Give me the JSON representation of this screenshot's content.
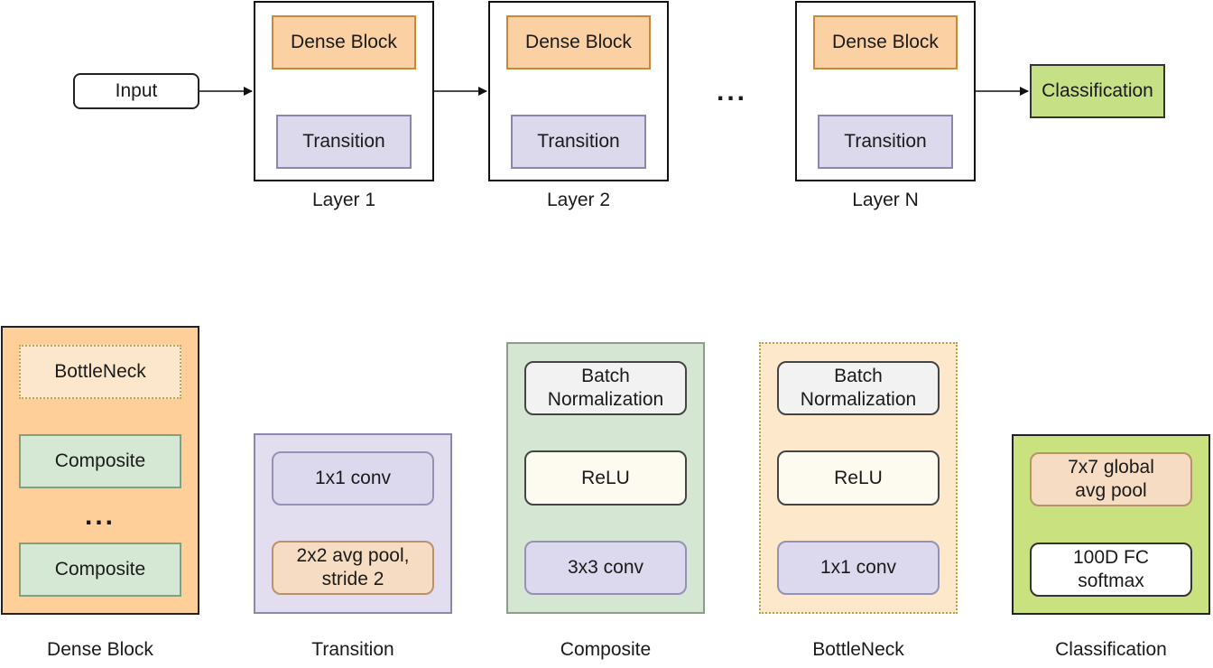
{
  "top": {
    "input": "Input",
    "dense_block": "Dense Block",
    "transition": "Transition",
    "layers": [
      "Layer 1",
      "Layer 2",
      "Layer N"
    ],
    "ellipsis": "...",
    "classification": "Classification"
  },
  "panels": {
    "dense_block": {
      "caption": "Dense Block",
      "bottleneck": "BottleNeck",
      "composite": "Composite",
      "ellipsis": "..."
    },
    "transition": {
      "caption": "Transition",
      "conv": "1x1 conv",
      "pool": "2x2 avg pool, stride 2"
    },
    "composite": {
      "caption": "Composite",
      "bn": "Batch Normalization",
      "relu": "ReLU",
      "conv": "3x3 conv"
    },
    "bottleneck": {
      "caption": "BottleNeck",
      "bn": "Batch Normalization",
      "relu": "ReLU",
      "conv": "1x1 conv"
    },
    "classification": {
      "caption": "Classification",
      "pool": "7x7 global avg pool",
      "fc": "100D FC softmax"
    }
  },
  "colors": {
    "dense_block": "#fbd1a3",
    "transition": "#dcd9ec",
    "composite": "#d5e7d3",
    "bottleneck": "#fde8cc",
    "classification": "#c6e185"
  }
}
